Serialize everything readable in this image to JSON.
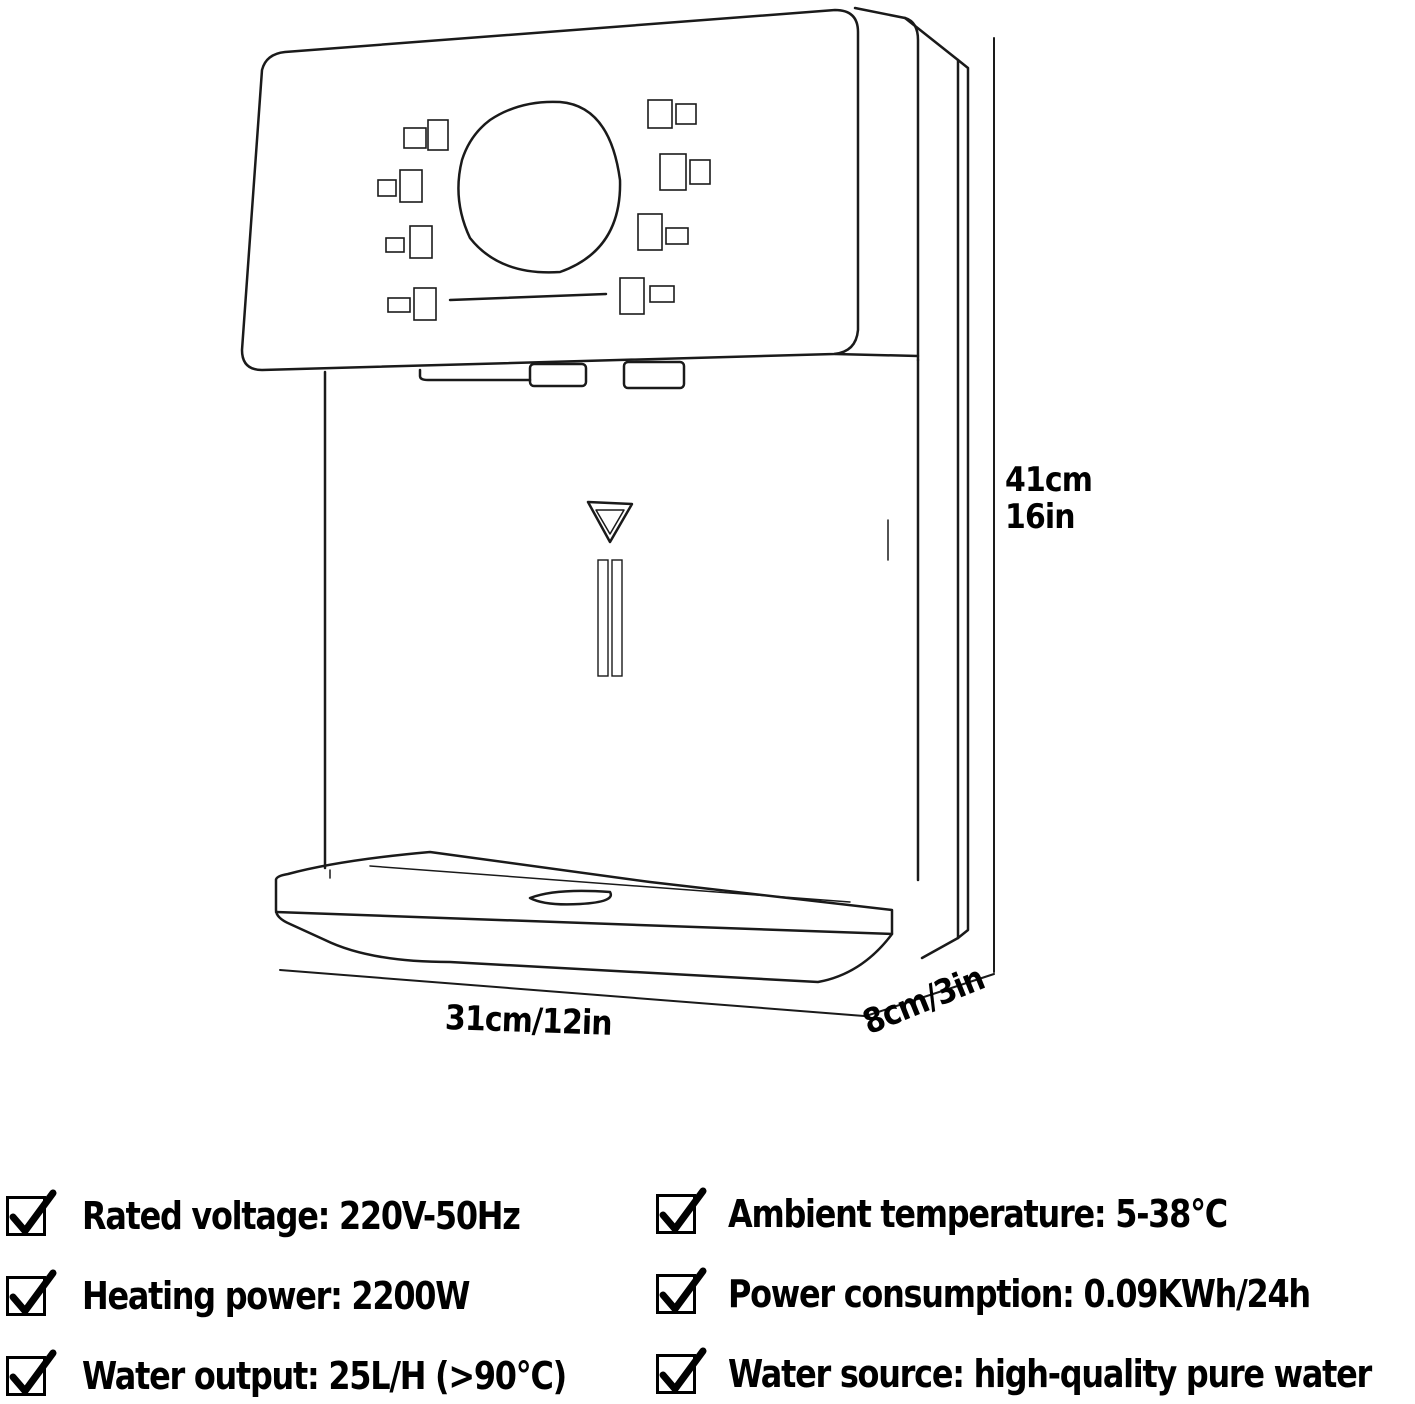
{
  "dimensions": {
    "height_cm": "41cm",
    "height_in": "16in",
    "width": "31cm/12in",
    "depth": "8cm/3in"
  },
  "specs": {
    "left": [
      "Rated voltage: 220V-50Hz",
      "Heating power: 2200W",
      "Water output: 25L/H (>90°C)"
    ],
    "right": [
      "Ambient temperature: 5-38°C",
      "Power consumption: 0.09KWh/24h",
      "Water source: high-quality pure water"
    ]
  }
}
